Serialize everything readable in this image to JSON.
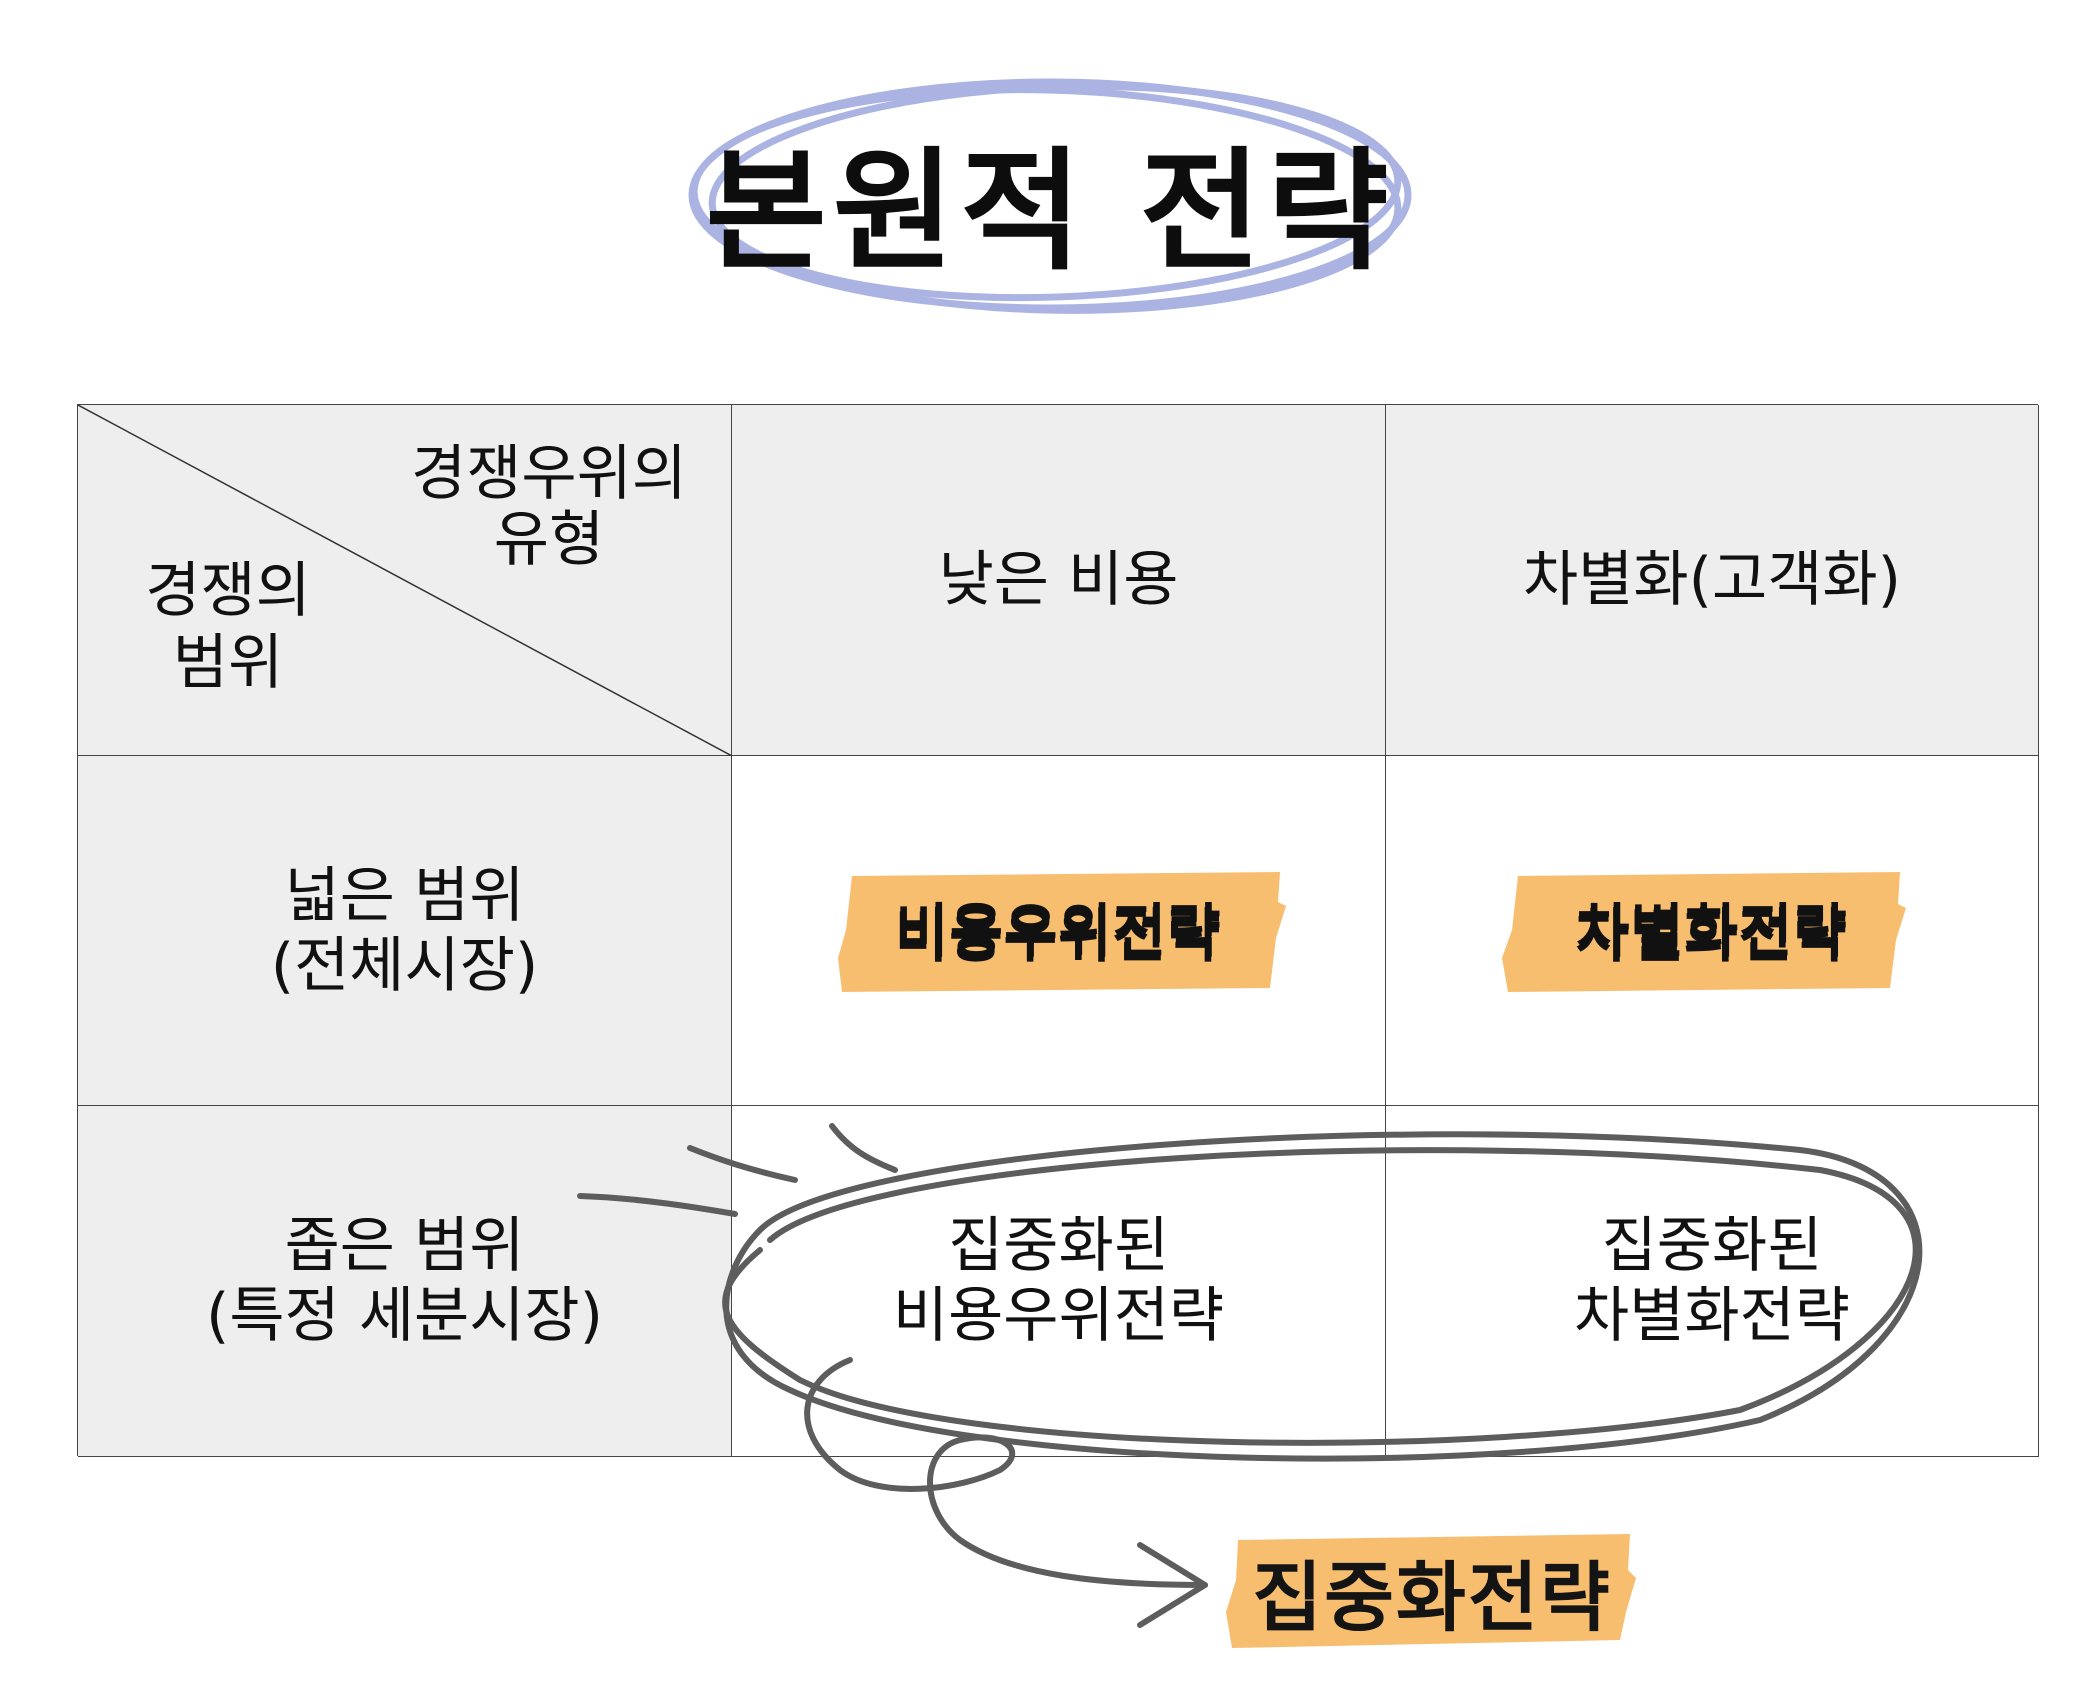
{
  "title": "본원적 전략",
  "matrix": {
    "corner": {
      "top_label": "경쟁우위의 유형",
      "bottom_label": "경쟁의 범위"
    },
    "columns": [
      "낮은 비용",
      "차별화(고객화)"
    ],
    "rows": [
      {
        "label_line1": "넓은 범위",
        "label_line2": "(전체시장)",
        "cells": [
          {
            "line1": "비용우위전략"
          },
          {
            "line1": "차별화전략"
          }
        ]
      },
      {
        "label_line1": "좁은 범위",
        "label_line2": "(특정 세분시장)",
        "cells": [
          {
            "line1": "집중화된",
            "line2": "비용우위전략"
          },
          {
            "line1": "집중화된",
            "line2": "차별화전략"
          }
        ]
      }
    ]
  },
  "result": "집중화전략",
  "colors": {
    "title_ring": "#aab3e2",
    "highlight": "#f7be70",
    "header_fill": "#eeeeee",
    "scribble": "#5d5d5d",
    "grid_line": "#444444"
  }
}
